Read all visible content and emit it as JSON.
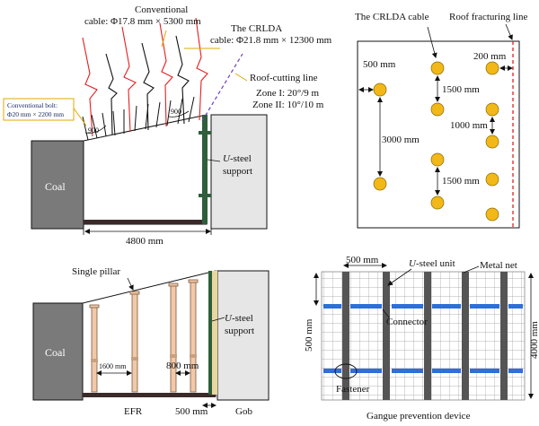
{
  "colors": {
    "coal_fill": "#7a7a7a",
    "gob_fill": "#e6e6e6",
    "roof_outline": "#111111",
    "cable_red": "#e32020",
    "cable_black": "#111111",
    "cutting_line": "#6a3fbf",
    "steel_green": "#2f5f3a",
    "cable_dot": "#f2b817",
    "fracture_line": "#e32020",
    "pillar_fill": "#f2c9a8",
    "connector_blue": "#2e6fd8",
    "steel_unit": "#555555",
    "mesh_grid": "#9a9a9a"
  },
  "panel_a": {
    "conventional_cable_label": "Conventional",
    "conventional_cable_spec": "cable: Φ17.8 mm × 5300 mm",
    "crlda_label": "The CRLDA",
    "crlda_spec": "cable: Φ21.8 mm × 12300 mm",
    "bolt_label": "Conventional bolt:",
    "bolt_spec": "Φ20 mm × 2200 mm",
    "spacing_left": "900",
    "spacing_right": "900",
    "roof_cutting_label": "Roof-cutting line",
    "zone1": "Zone I: 20°/9 m",
    "zone2": "Zone II: 10°/10 m",
    "coal_label": "Coal",
    "support_label_italic": "U",
    "support_label_rest": "-steel",
    "support_label_line2": "support",
    "width_label": "4800 mm"
  },
  "panel_b": {
    "cable_label": "The CRLDA cable",
    "fracture_label": "Roof fracturing line",
    "dim_500": "500 mm",
    "dim_200": "200 mm",
    "dim_1500_top": "1500 mm",
    "dim_1000": "1000 mm",
    "dim_3000": "3000 mm",
    "dim_1500_bottom": "1500 mm"
  },
  "panel_c": {
    "pillar_label": "Single pillar",
    "coal_label": "Coal",
    "dim_1600": "1600 mm",
    "dim_800": "800 mm",
    "support_label_italic": "U",
    "support_label_rest": "-steel",
    "support_label_line2": "support",
    "efr_label": "EFR",
    "dim_500": "500 mm",
    "gob_label": "Gob"
  },
  "panel_d": {
    "dim_500_top": "500 mm",
    "unit_label_italic": "U",
    "unit_label_rest": "-steel unit",
    "metal_net_label": "Metal net",
    "dim_500_left": "500 mm",
    "connector_label": "Connector",
    "dim_4000": "4000 mm",
    "fastener_label": "Fastener",
    "device_label": "Gangue prevention device"
  }
}
